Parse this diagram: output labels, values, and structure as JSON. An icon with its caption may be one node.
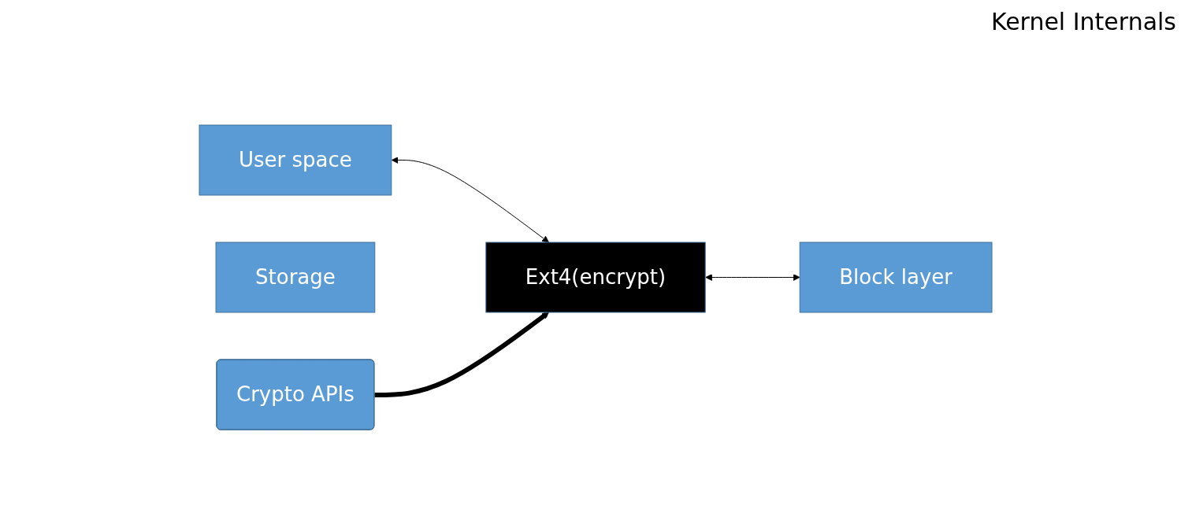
{
  "diagram": {
    "nodes": [
      {
        "text": [
          "User space"
        ]
      },
      {
        "text": [
          "Ext4(encrypt)"
        ]
      },
      {
        "text": [
          "Block layer"
        ]
      },
      {
        "text": [
          "Storage"
        ]
      },
      {
        "text": [
          "Crypto APIs"
        ]
      }
    ],
    "edges": [
      {
        "from": 0,
        "to": 1,
        "arrow": "both"
      },
      {
        "from": 1,
        "to": 2,
        "arrow": "both"
      },
      {
        "from": 4,
        "to": 1,
        "arrow": "to",
        "style": "thick"
      }
    ],
    "labels": [
      "Kernel Internals"
    ]
  }
}
